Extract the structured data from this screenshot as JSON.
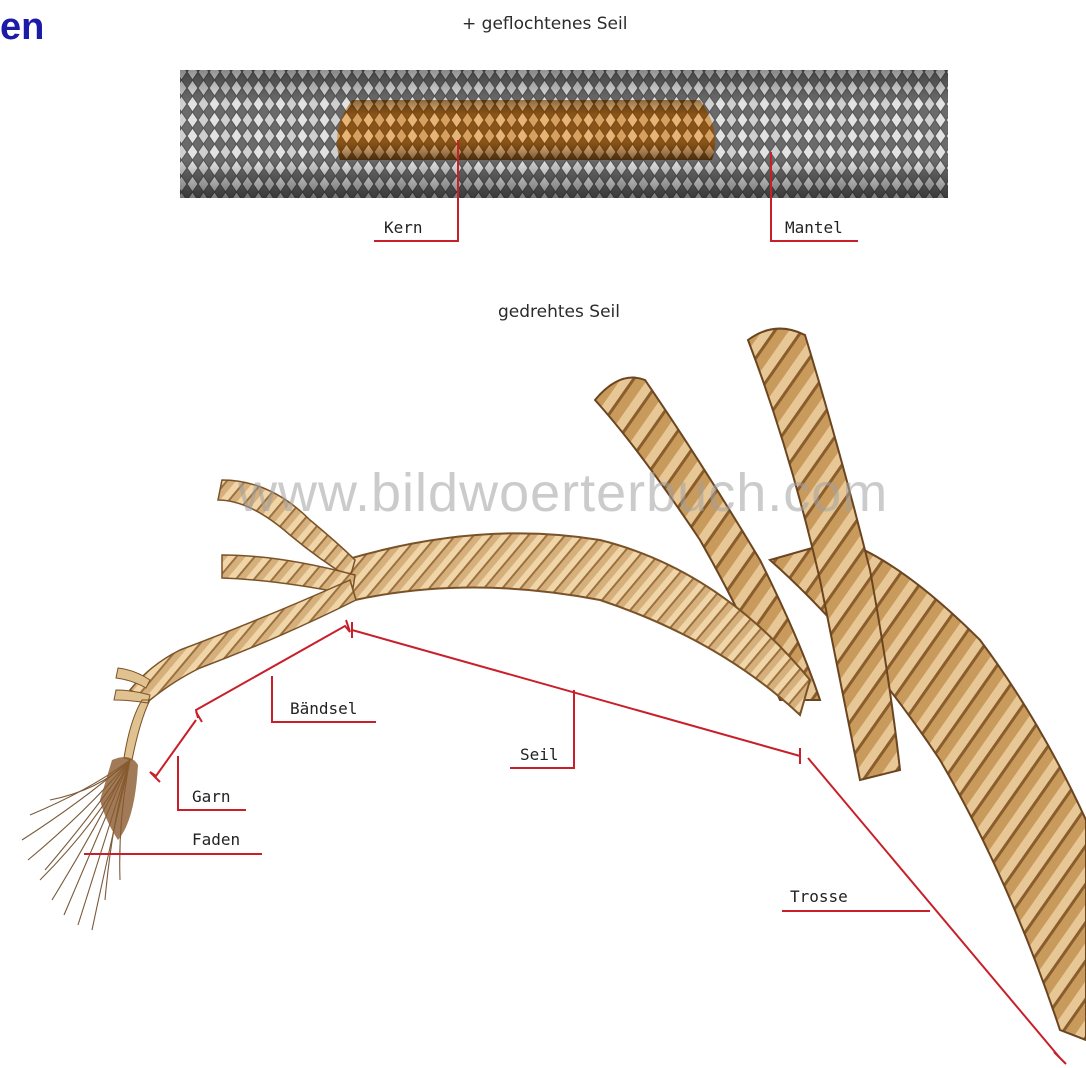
{
  "header": {
    "title_fragment": "en"
  },
  "braided": {
    "caption_marker": "+",
    "caption": "geflochtenes Seil",
    "labels": {
      "core": "Kern",
      "sheath": "Mantel"
    }
  },
  "twisted": {
    "caption": "gedrehtes Seil",
    "labels": {
      "strand": "Bändsel",
      "rope": "Seil",
      "yarn": "Garn",
      "fibre": "Faden",
      "hawser": "Trosse"
    }
  },
  "watermark": "www.bildwoerterbuch.com",
  "colors": {
    "title": "#1b1ba8",
    "leader": "#c8202a",
    "sheath": "#9a9a9a",
    "core": "#c98a3e",
    "rope": "#c99a5e"
  }
}
